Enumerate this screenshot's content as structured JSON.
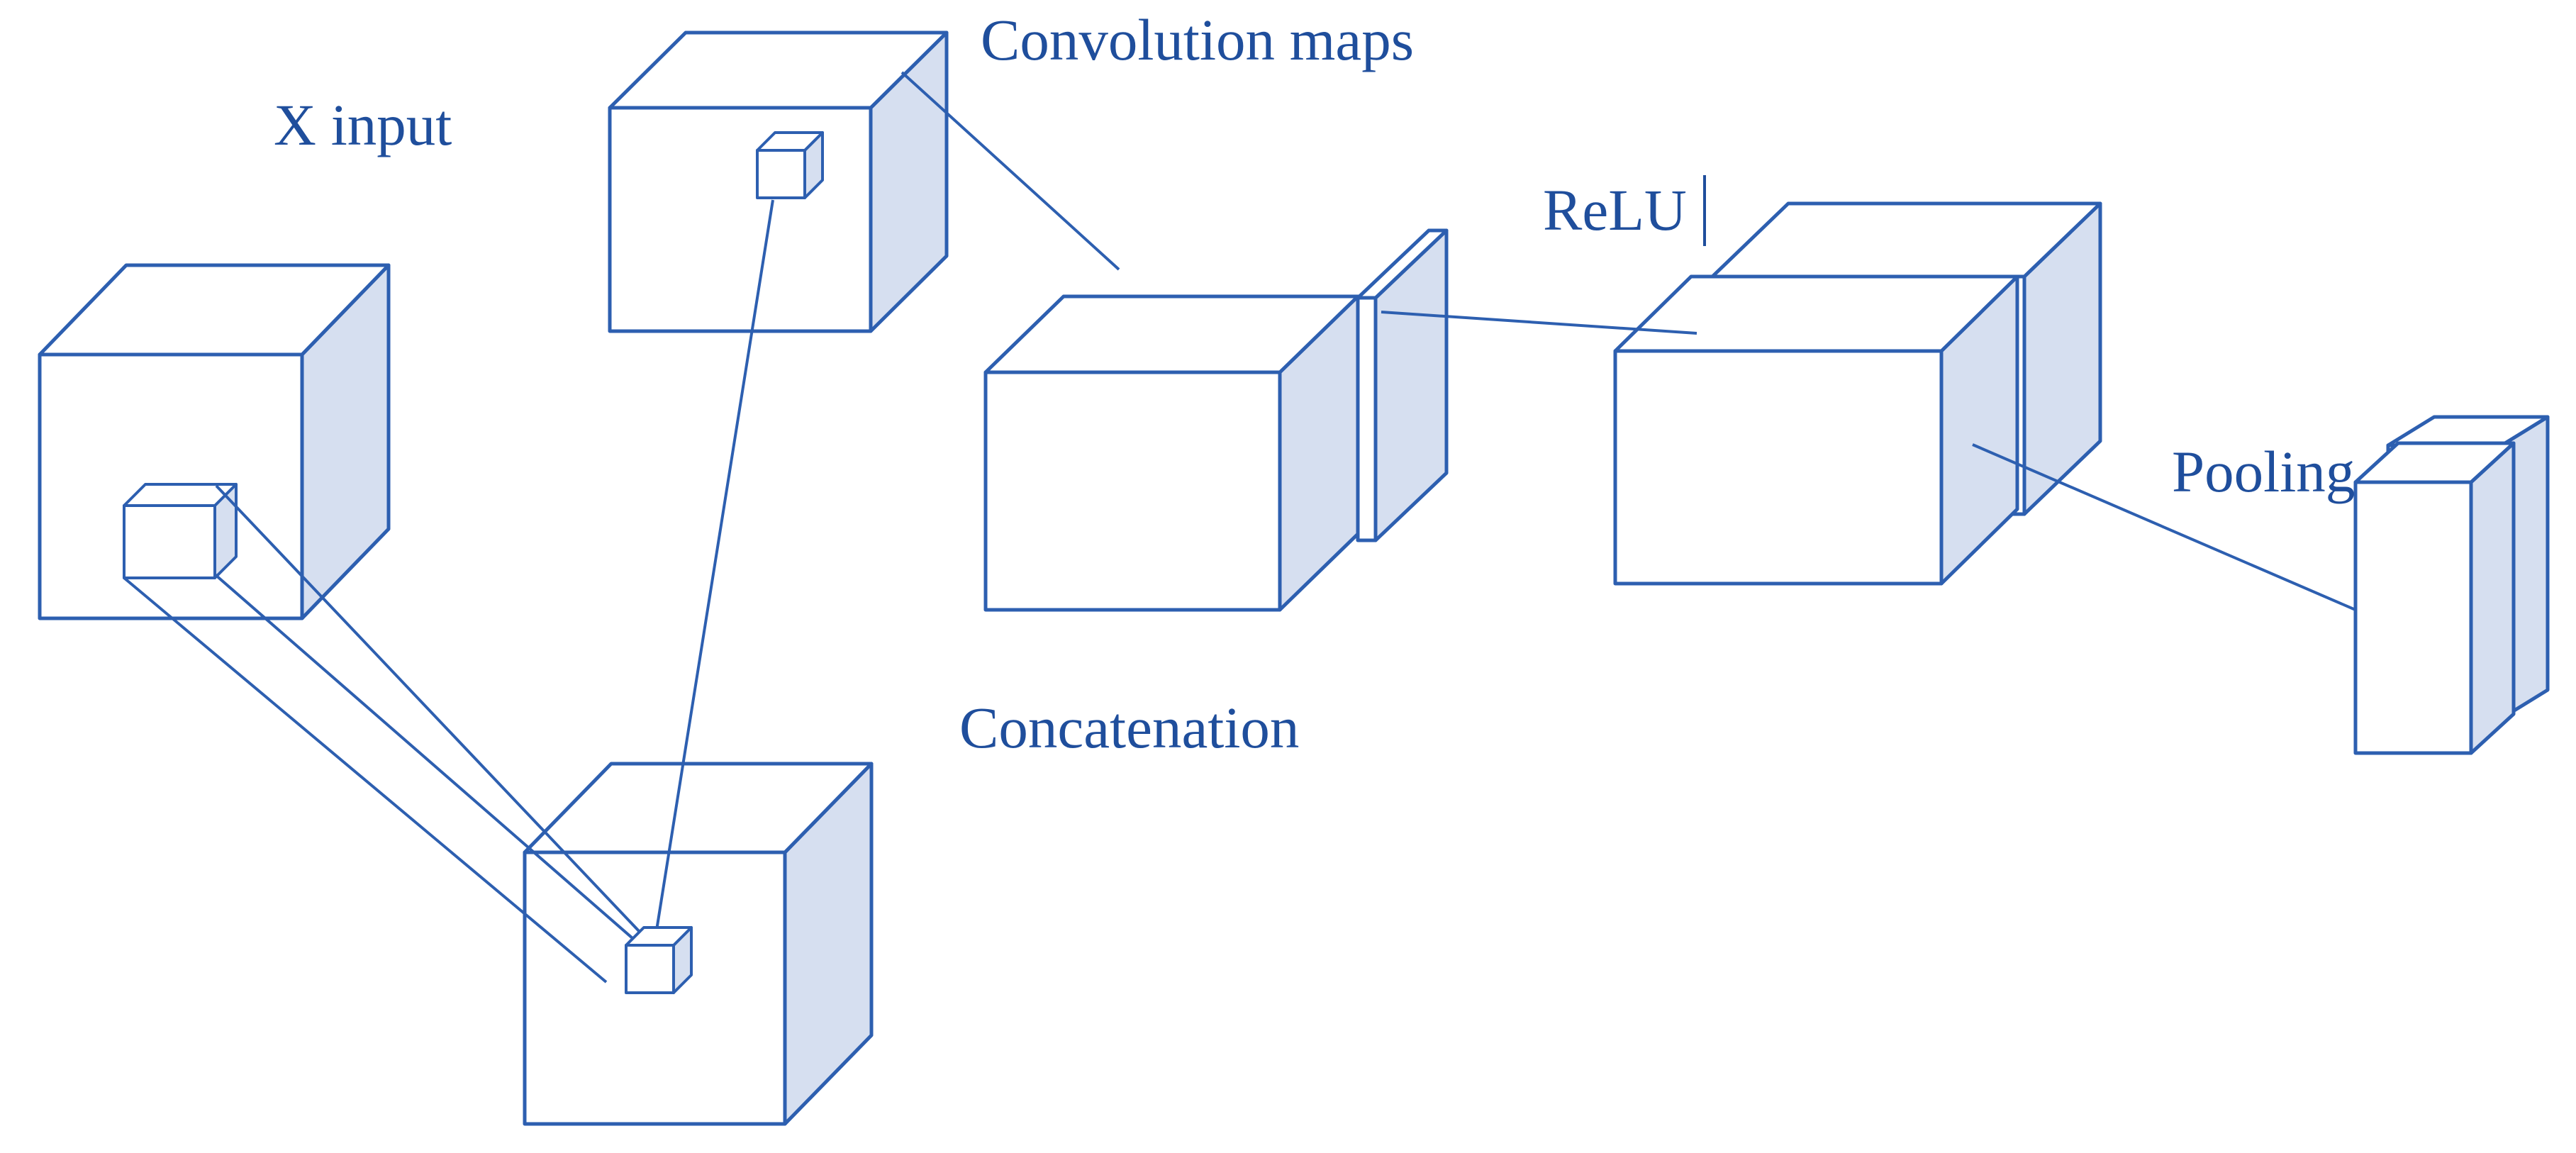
{
  "labels": {
    "x_input": "X input",
    "convolution_maps": "Convolution maps",
    "relu": "ReLU",
    "concatenation": "Concatenation",
    "pooling": "Pooling"
  },
  "colors": {
    "stroke": "#2d5fb0",
    "side_fill": "#d6dff0",
    "face_fill": "#ffffff",
    "text": "#1f4e9c"
  }
}
